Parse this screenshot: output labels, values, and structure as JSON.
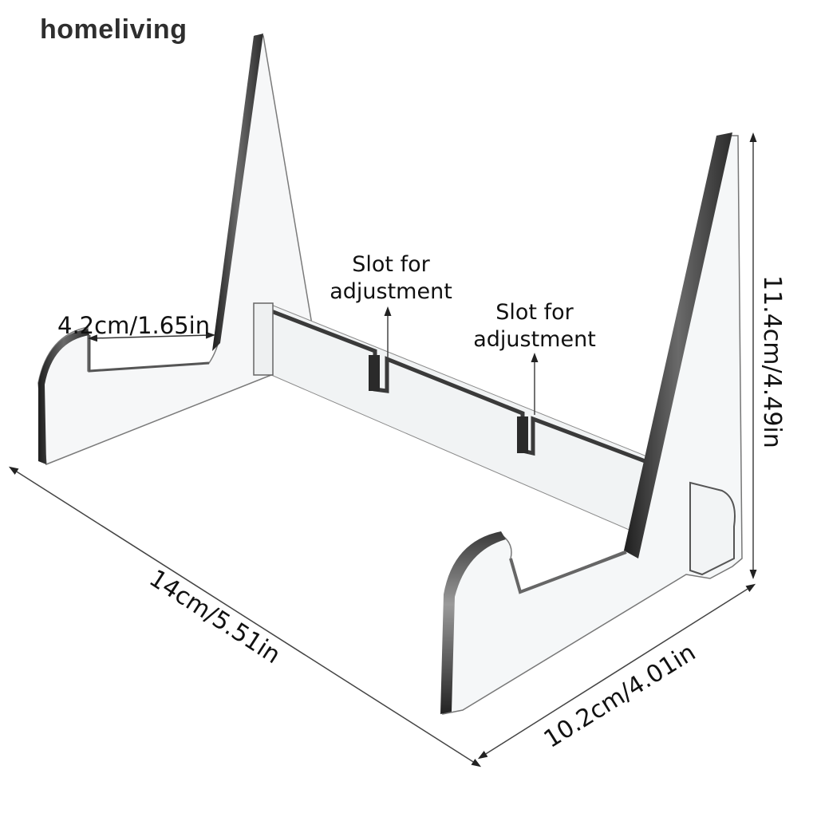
{
  "brand": {
    "watermark": "homeliving"
  },
  "product": {
    "subject": "clear acrylic display stand, isometric view"
  },
  "annotations": {
    "slot_left": {
      "line1": "Slot for",
      "line2": "adjustment"
    },
    "slot_right": {
      "line1": "Slot for",
      "line2": "adjustment"
    },
    "depth_notch": "4.2cm/1.65in",
    "height": "11.4cm/4.49in",
    "length": "14cm/5.51in",
    "width": "10.2cm/4.01in"
  },
  "colors": {
    "text": "#111111",
    "edge_dark": "#2a2a2a",
    "acrylic": "#f4f6f7",
    "watermark": "#2e2e2e"
  }
}
